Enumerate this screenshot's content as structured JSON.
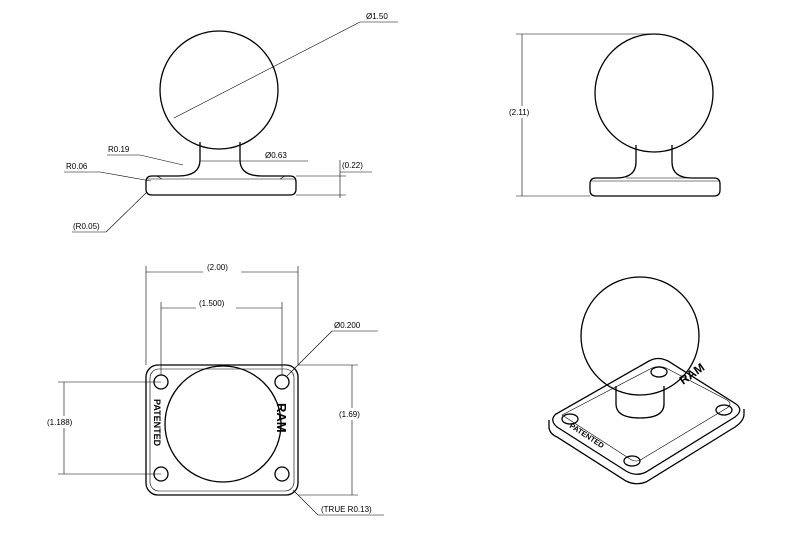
{
  "front_view": {
    "ball_diameter": "Ø1.50",
    "neck_fillet": "R0.19",
    "base_edge_radius": "R0.06",
    "base_corner_radius": "(R0.05)",
    "neck_diameter": "Ø0.63",
    "base_thickness": "(0.22)"
  },
  "side_view": {
    "overall_height": "(2.11)"
  },
  "top_view": {
    "base_width": "(2.00)",
    "hole_spacing_x": "(1.500)",
    "hole_diameter": "Ø0.200",
    "hole_spacing_y": "(1.188)",
    "base_height": "(1.69)",
    "corner_radius": "(TRUE R0.13)",
    "engraving_patent": "PATENTED",
    "engraving_logo": "RAM"
  },
  "iso_view": {
    "engraving_patent": "PATENTED",
    "engraving_logo": "RAM"
  }
}
